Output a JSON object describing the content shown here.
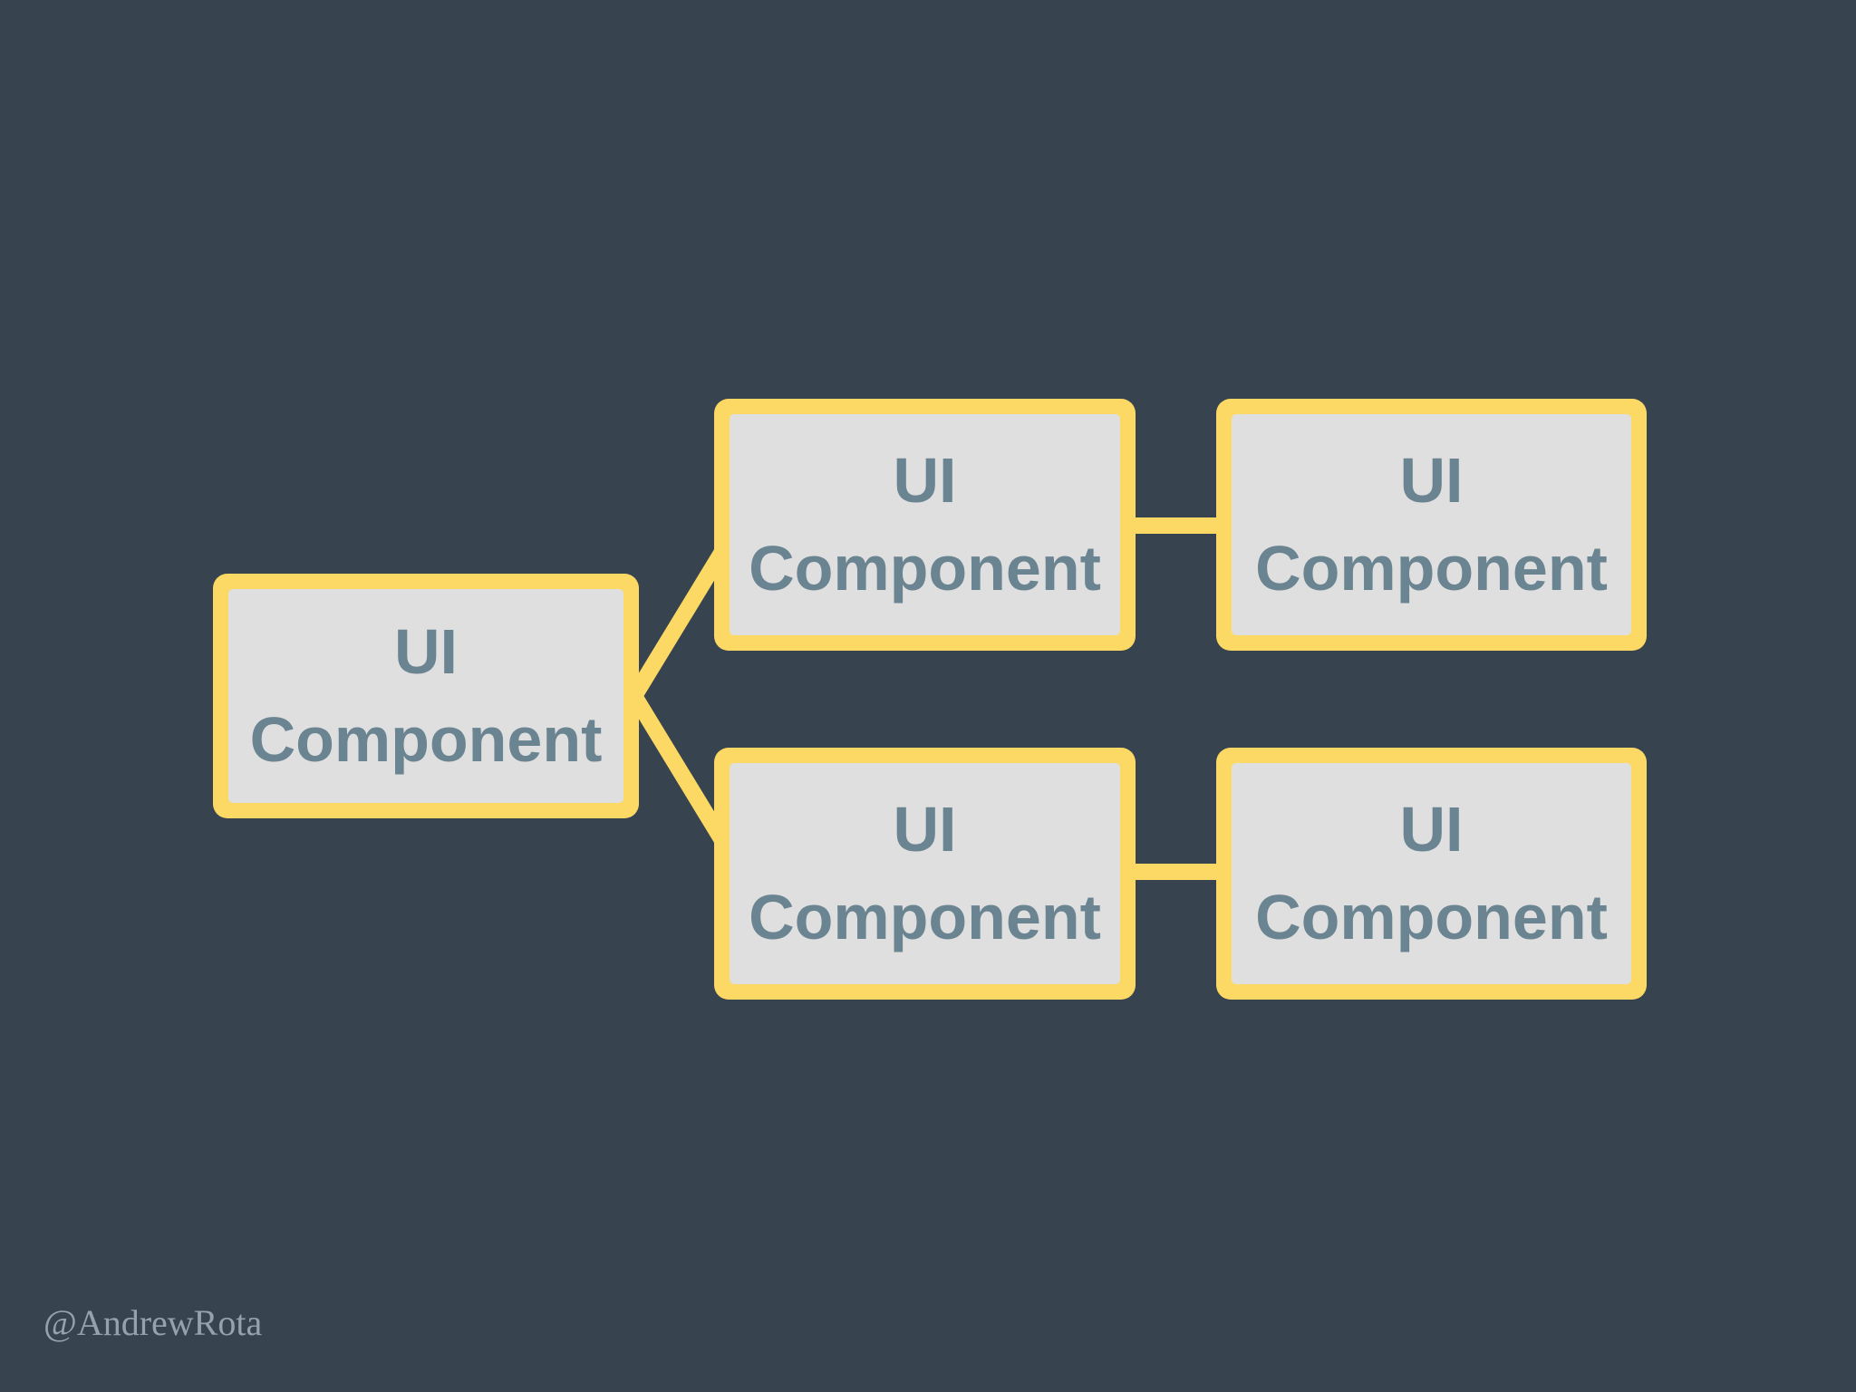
{
  "diagram": {
    "type": "component-tree",
    "nodes": [
      {
        "id": "root",
        "label": "UI\nComponent"
      },
      {
        "id": "child-top",
        "label": "UI\nComponent"
      },
      {
        "id": "grandchild-top",
        "label": "UI\nComponent"
      },
      {
        "id": "child-bottom",
        "label": "UI\nComponent"
      },
      {
        "id": "grandchild-bottom",
        "label": "UI\nComponent"
      }
    ],
    "edges": [
      {
        "from": "root",
        "to": "child-top"
      },
      {
        "from": "root",
        "to": "child-bottom"
      },
      {
        "from": "child-top",
        "to": "grandchild-top"
      },
      {
        "from": "child-bottom",
        "to": "grandchild-bottom"
      }
    ]
  },
  "attribution": {
    "text": "@AndrewRota"
  },
  "colors": {
    "background": "#37434E",
    "node_border": "#FBD964",
    "node_fill": "#DFDFDF",
    "node_text": "#6A8491",
    "connector": "#FBD964",
    "attribution_text": "#95A2AD"
  }
}
